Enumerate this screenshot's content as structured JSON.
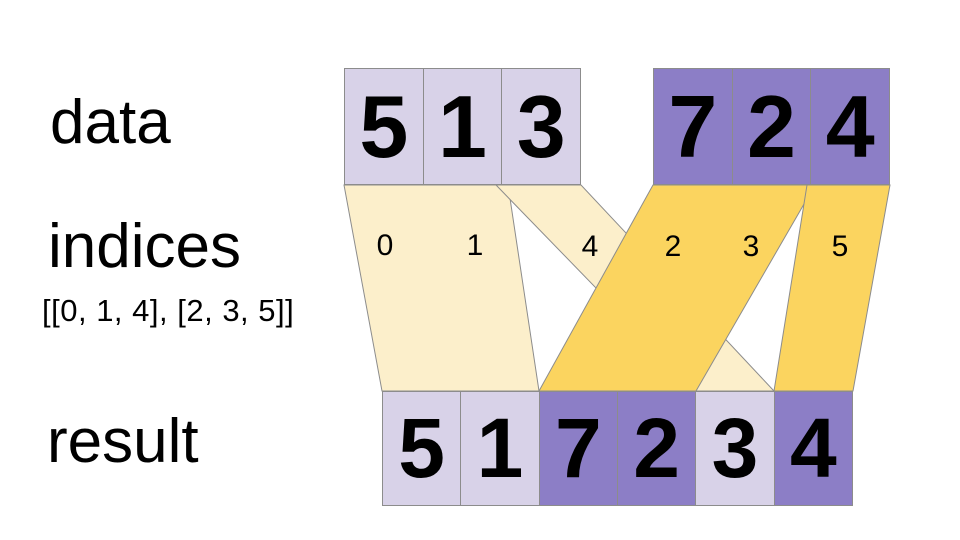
{
  "labels": {
    "data": "data",
    "indices": "indices",
    "indices_value": "[[0, 1, 4], [2, 3, 5]]",
    "result": "result"
  },
  "data_arrays": [
    {
      "variant": "light",
      "values": [
        "5",
        "1",
        "3"
      ]
    },
    {
      "variant": "dark",
      "values": [
        "7",
        "2",
        "4"
      ]
    }
  ],
  "index_labels": [
    {
      "value": "0"
    },
    {
      "value": "1"
    },
    {
      "value": "4"
    },
    {
      "value": "2"
    },
    {
      "value": "3"
    },
    {
      "value": "5"
    }
  ],
  "result_cells": [
    {
      "value": "5",
      "variant": "light"
    },
    {
      "value": "1",
      "variant": "light"
    },
    {
      "value": "7",
      "variant": "dark"
    },
    {
      "value": "2",
      "variant": "dark"
    },
    {
      "value": "3",
      "variant": "light"
    },
    {
      "value": "4",
      "variant": "dark"
    }
  ],
  "colors": {
    "light_purple": "#D8D2E8",
    "dark_purple": "#8C7EC6",
    "cream": "#FCEFCB",
    "gold": "#FBD45F",
    "stroke": "#8C8C8C",
    "ink": "#000000",
    "bg": "#FFFFFF"
  }
}
